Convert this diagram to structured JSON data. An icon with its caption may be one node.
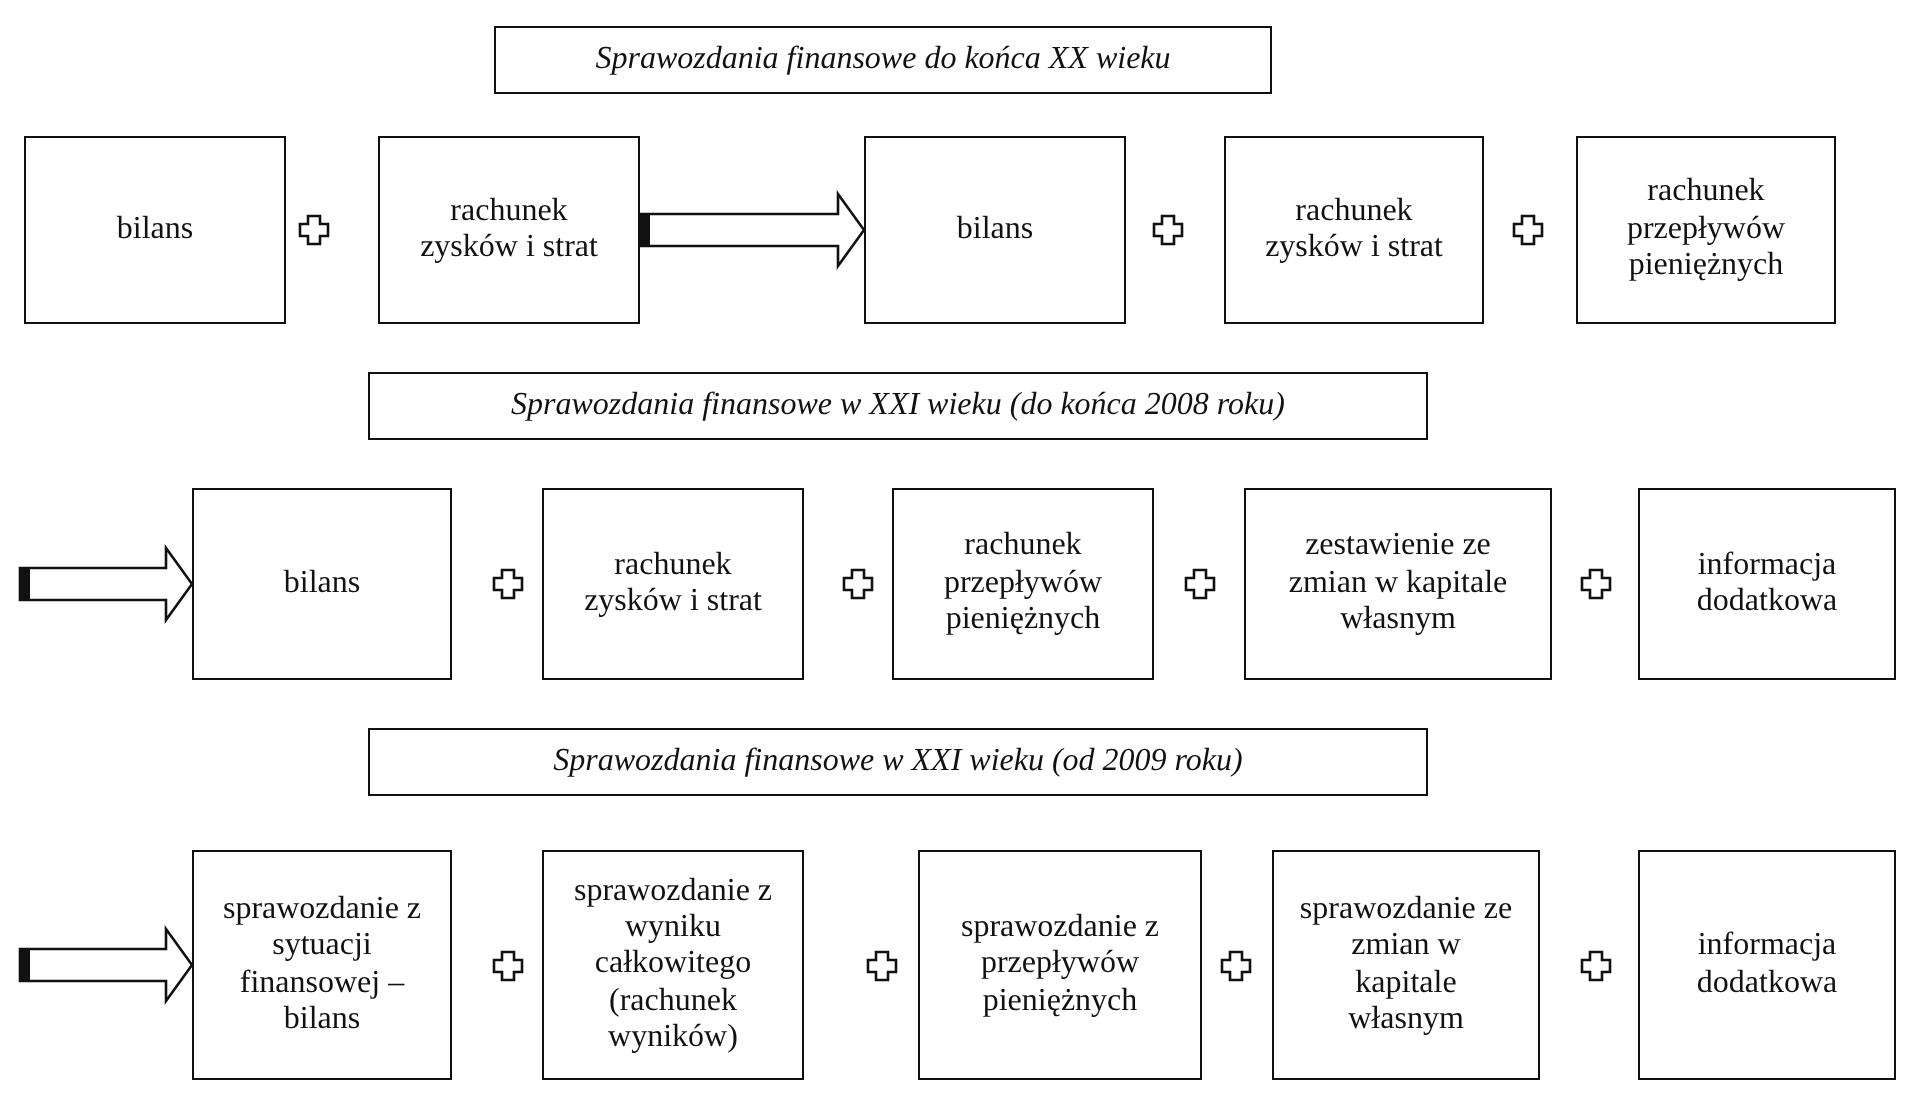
{
  "diagram": {
    "nodes": [
      {
        "text": [
          "Sprawozdania finansowe do końca XX wieku"
        ]
      },
      {
        "text": [
          "bilans"
        ]
      },
      {
        "text": [
          "rachunek zysków i strat"
        ]
      },
      {
        "text": [
          "bilans"
        ]
      },
      {
        "text": [
          "rachunek zysków i strat"
        ]
      },
      {
        "text": [
          "rachunek przepływów pieniężnych"
        ]
      },
      {
        "text": [
          "Sprawozdania finansowe w XXI wieku (do końca 2008 roku)"
        ]
      },
      {
        "text": [
          "bilans"
        ]
      },
      {
        "text": [
          "rachunek zysków i strat"
        ]
      },
      {
        "text": [
          "rachunek przepływów pieniężnych"
        ]
      },
      {
        "text": [
          "zestawienie ze zmian w kapitale własnym"
        ]
      },
      {
        "text": [
          "informacja dodatkowa"
        ]
      },
      {
        "text": [
          "Sprawozdania finansowe w XXI wieku (od 2009 roku)"
        ]
      },
      {
        "text": [
          "sprawozdanie z sytuacji finansowej – bilans"
        ]
      },
      {
        "text": [
          "sprawozdanie z wyniku całkowitego (rachunek wyników)"
        ]
      },
      {
        "text": [
          "sprawozdanie z przepływów pieniężnych"
        ]
      },
      {
        "text": [
          "sprawozdanie ze zmian w kapitale własnym"
        ]
      },
      {
        "text": [
          "informacja dodatkowa"
        ]
      }
    ],
    "edges": [
      {
        "from": 2,
        "to": 3,
        "arrow": "to"
      },
      {
        "from": null,
        "to": 7,
        "arrow": "to"
      },
      {
        "from": null,
        "to": 13,
        "arrow": "to"
      }
    ]
  }
}
